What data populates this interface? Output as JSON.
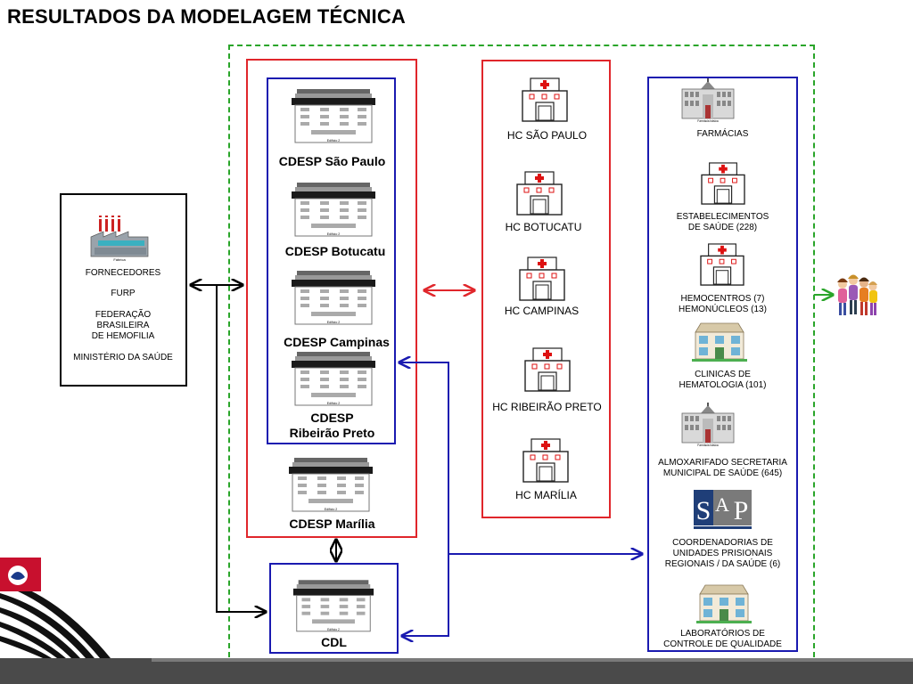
{
  "title": "RESULTADOS DA MODELAGEM TÉCNICA",
  "suppliers": {
    "icon_caption": "Fábrica",
    "lines": [
      "FORNECEDORES",
      "FURP",
      "FEDERAÇÃO",
      "BRASILEIRA",
      "DE HEMOFILIA",
      "MINISTÉRIO DA SAÚDE"
    ]
  },
  "cdesp": [
    {
      "label": "CDESP São Paulo"
    },
    {
      "label": "CDESP Botucatu"
    },
    {
      "label": "CDESP Campinas"
    },
    {
      "label_line1": "CDESP",
      "label_line2": "Ribeirão Preto"
    },
    {
      "label": "CDESP Marília"
    }
  ],
  "cdl": {
    "label": "CDL"
  },
  "building_caption": "Edifício 2",
  "hospitals": [
    {
      "label": "HC SÃO PAULO"
    },
    {
      "label": "HC BOTUCATU"
    },
    {
      "label": "HC CAMPINAS"
    },
    {
      "label": "HC RIBEIRÃO PRETO"
    },
    {
      "label": "HC MARÍLIA"
    }
  ],
  "destinations": [
    {
      "line1": "FARMÁCIAS",
      "icon": "pharmacy-building-icon"
    },
    {
      "line1": "ESTABELECIMENTOS",
      "line2": "DE SAÚDE (228)",
      "icon": "hospital-icon"
    },
    {
      "line1": "HEMOCENTROS (7)",
      "line2": "HEMONÚCLEOS (13)",
      "icon": "hospital-icon"
    },
    {
      "line1": "CLINICAS DE",
      "line2": "HEMATOLOGIA (101)",
      "icon": "clinic-icon"
    },
    {
      "line1": "ALMOXARIFADO SECRETARIA",
      "line2": "MUNICIPAL DE SAÚDE (645)",
      "icon": "pharmacy-building-icon"
    },
    {
      "line1": "COORDENADORIAS DE",
      "line2": "UNIDADES PRISIONAIS",
      "line3": "REGIONAIS  / DA SAÚDE (6)",
      "icon": "sap-logo"
    },
    {
      "line1": "LABORATÓRIOS DE",
      "line2": "CONTROLE DE QUALIDADE",
      "icon": "clinic-icon"
    }
  ],
  "pharmacy_caption": "Farmácia básica",
  "sap_logo": {
    "letters": "SAP"
  },
  "colors": {
    "red": "#e0262b",
    "blue": "#1a1ab0",
    "green": "#2aa52a",
    "black": "#000000"
  }
}
